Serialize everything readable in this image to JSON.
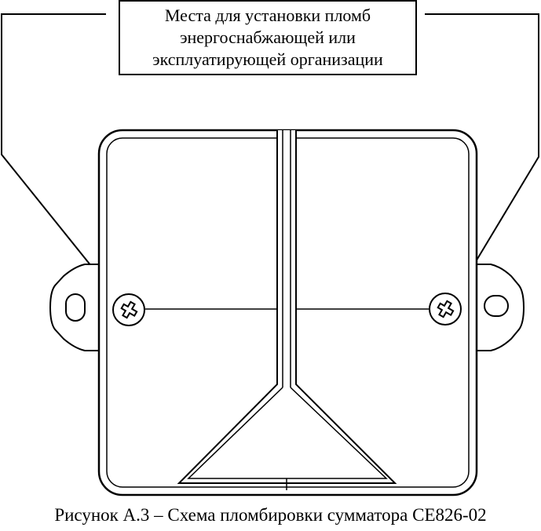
{
  "callout": {
    "lines": [
      "Места для установки пломб",
      "энергоснабжающей или",
      "эксплуатирующей организации"
    ]
  },
  "caption": "Рисунок А.3 – Схема пломбировки сумматора СЕ826-02",
  "icons": {
    "seal_screw_left": "screw-head-icon",
    "seal_screw_right": "screw-head-icon"
  },
  "colors": {
    "stroke": "#000000",
    "background": "#ffffff"
  }
}
